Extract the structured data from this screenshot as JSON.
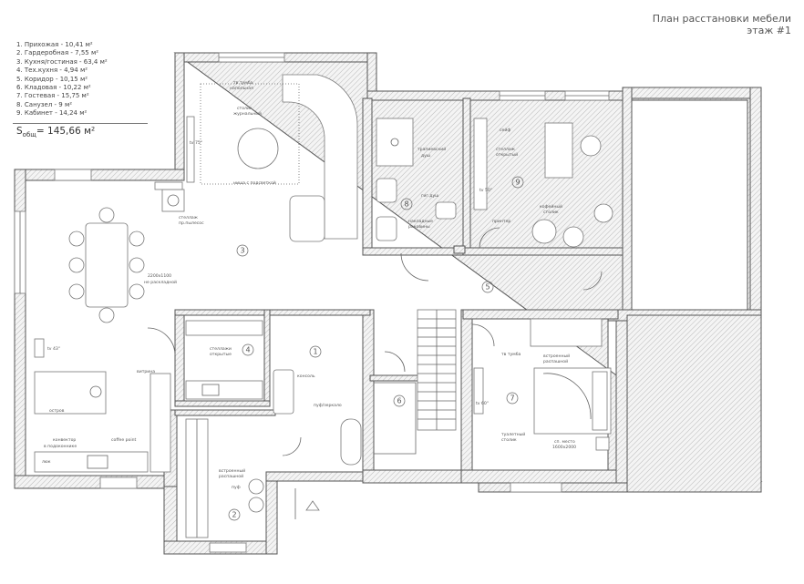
{
  "title": {
    "line1": "План расстановки мебели",
    "line2": "этаж #1"
  },
  "legend": {
    "rooms": [
      "1. Прихожая - 10,41 м²",
      "2. Гардеробная - 7,55 м²",
      "3. Кухня/гостиная - 63,4 м²",
      "4. Тех.кухня - 4,94 м²",
      "5. Коридор - 10,15 м²",
      "6. Кладовая - 10,22 м²",
      "7. Гостевая - 15,75 м²",
      "8. Санузел - 9 м²",
      "9. Кабинет - 14,24 м²"
    ],
    "total_prefix": "S",
    "total_sub": "общ",
    "total_value": "= 145,66 м²"
  },
  "room_numbers": [
    "1",
    "2",
    "3",
    "4",
    "5",
    "6",
    "7",
    "8",
    "9"
  ],
  "annotations": {
    "tv_tumba": "тв тумба",
    "napolnaya": "напольная",
    "stolik": "столик",
    "zhurnalny": "журнальный",
    "tv_75": "tv 75\"",
    "nisha": "ниша с подсветкой",
    "stellazh": "стеллаж",
    "pylesos": "пр.пылесос",
    "table_size": "2200х1100",
    "table_note": "не раскладной",
    "tv_43": "tv 43\"",
    "vitrina": "витрина",
    "ostrov": "остров",
    "konvektor": "конвектор",
    "v_podokonnike": "в подоконнике",
    "coffee_point": "coffee point",
    "lyuk": "люк",
    "stellazhi": "стеллажи",
    "otkrytye": "открытые",
    "konsol": "консоль",
    "pouf_mirror": "пуф/зеркало",
    "vstroenny": "встроенный",
    "raspashnoy": "распашной",
    "puf": "пуф",
    "trap_dush": "трапиевский",
    "dush": "душ",
    "gig_dush": "гиг.душ",
    "nakladnye": "накладные",
    "rakoviny": "раковины",
    "seif": "сейф",
    "stellazh_otkr": "открытый",
    "tv_50": "tv 50\"",
    "printer": "принтер",
    "kofeiny": "кофейный",
    "stolik2": "столик",
    "tv_tumba2": "тв тумба",
    "tv_60": "tv 60\"",
    "tualetny": "туалетный",
    "stolik3": "столик",
    "sp_mesto": "сп. место",
    "bed_size": "1600х2000"
  }
}
